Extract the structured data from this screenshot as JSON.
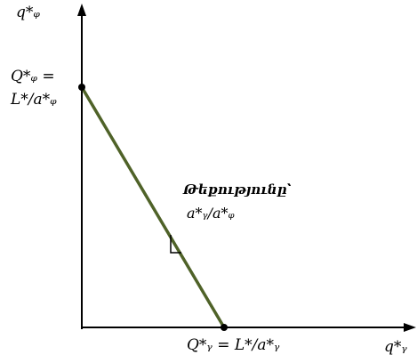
{
  "labels": {
    "y_axis": "q*ᵩ",
    "x_axis": "q*ᵧ",
    "intercept_y_line1": "Q*ᵩ =",
    "intercept_y_line2": "L*/a*ᵩ",
    "intercept_x": "Q*ᵧ = L*/a*ᵧ",
    "slope_title": "Թեքությունը՝",
    "slope_value": "a*ᵧ/a*ᵩ"
  },
  "colors": {
    "line": "#4f6228",
    "axis": "#000000",
    "point": "#000000"
  }
}
